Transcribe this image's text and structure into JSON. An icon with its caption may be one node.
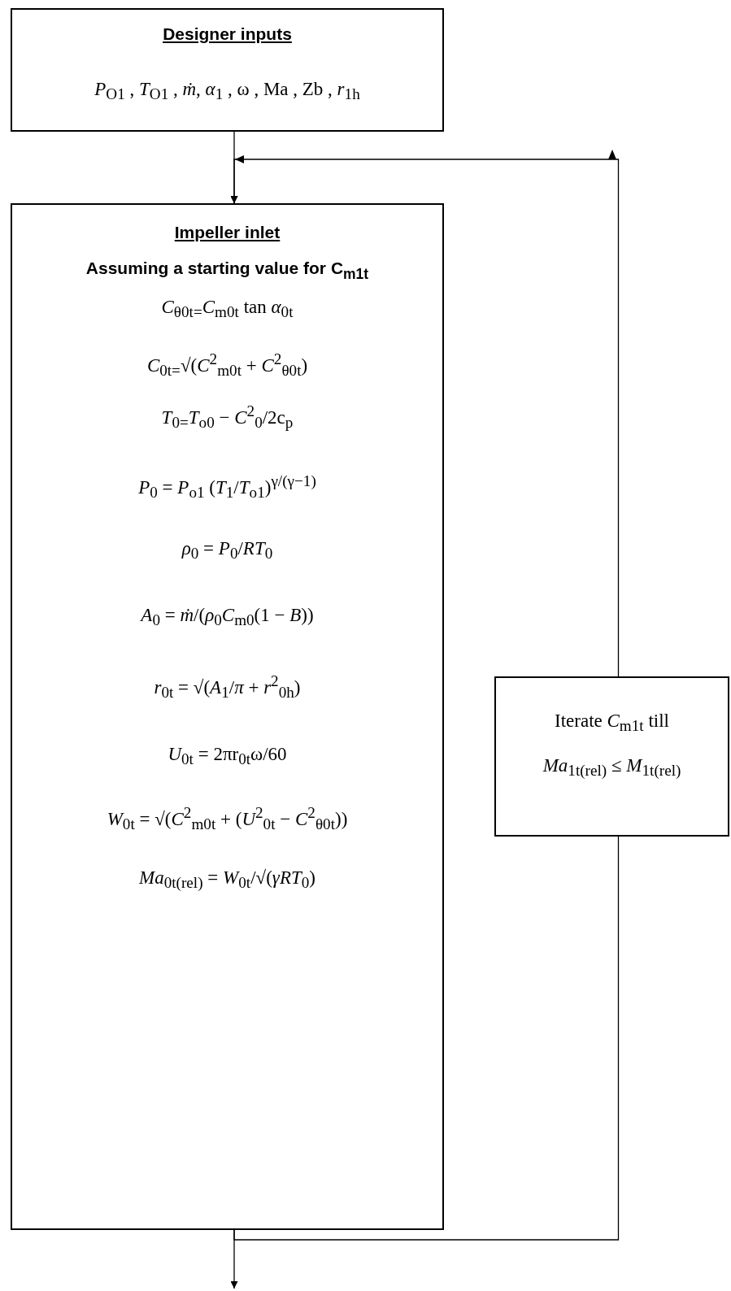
{
  "diagram": {
    "nodes": [
      {
        "text": [
          "Designer inputs",
          "*P*$_{O1}$ , *T*$_{O1}$ , *ṁ*, *α*$_{1}$ , ω , Ma ,  Zb , *r*$_{1h}$"
        ]
      },
      {
        "text": [
          "Impeller inlet",
          "Assuming a starting value for C$_{m1t}$",
          "*C*$_{θ0t=}$*C*$_{m0t}$ tan *α*$_{0t}$",
          "*C*$_{0t=}$√(*C*$^{2}$$_{m0t}$ + *C*$^{2}$$_{θ0t}$)",
          "*T*$_{0=}$*T*$_{o0}$ − *C*$^{2}$$_{0}$/2c$_{p}$",
          "*P*$_{0}$ = *P*$_{o1}$ (*T*$_{1}$/*T*$_{o1}$)$^{γ/(γ−1)}$",
          "*ρ*$_{0}$ = *P*$_{0}$/*RT*$_{0}$",
          "*A*$_{0}$ = *ṁ*/(*ρ*$_{0}$*C*$_{m0}$(1 − *B*))",
          "*r*$_{0t}$ = √(*A*$_{1}$/*π* + *r*$^{2}$$_{0h}$)",
          "*U*$_{0t}$ = 2πr$_{0t}$ω/60",
          "*W*$_{0t}$ = √(*C*$^{2}$$_{m0t}$ + (*U*$^{2}$$_{0t}$ − *C*$^{2}$$_{θ0t}$))",
          "*Ma*$_{0t(rel)}$ = *W*$_{0t}$/√(*γRT*$_{0}$)"
        ]
      },
      {
        "text": [
          "Iterate *C*$_{m1t}$ till",
          "*Ma*$_{1t(rel)}$ ≤ *M*$_{1t(rel)}$"
        ]
      }
    ],
    "edges": [
      {
        "from": 0,
        "to": 1,
        "arrow": "to"
      },
      {
        "from": 2,
        "to": 1,
        "arrow": "to"
      },
      {
        "from": 1,
        "to": null,
        "arrow": "to"
      },
      {
        "from": 1,
        "to": 2,
        "arrow": "none"
      }
    ]
  }
}
